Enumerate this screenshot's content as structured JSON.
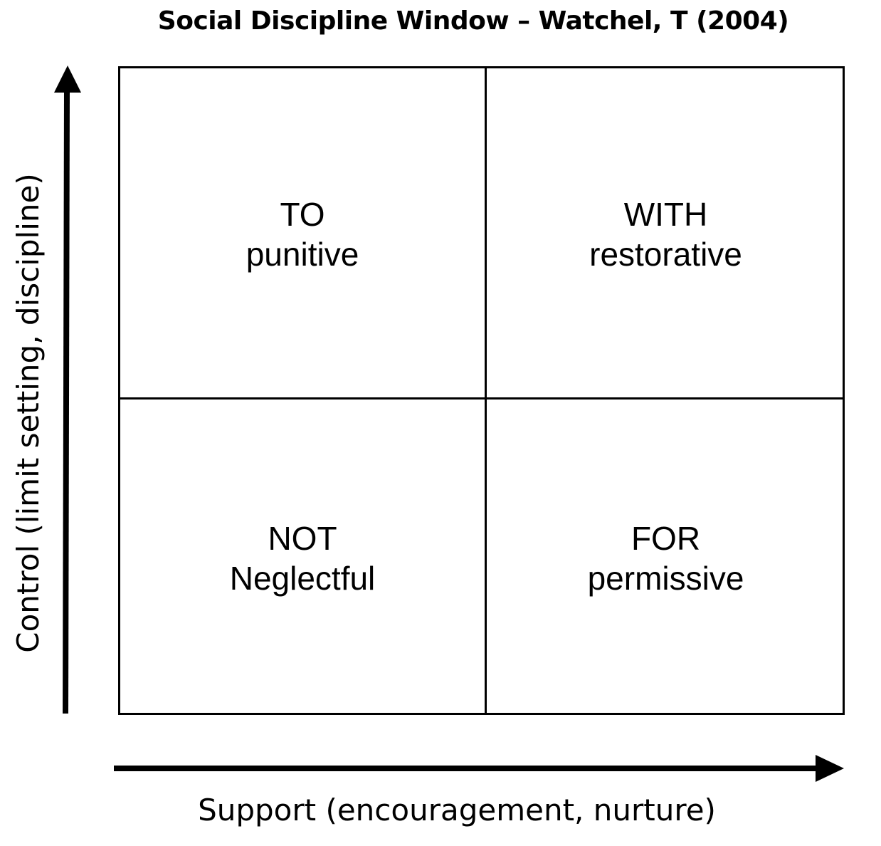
{
  "title": "Social Discipline Window – Watchel, T (2004)",
  "quadrants": {
    "top_left": {
      "heading": "TO",
      "subheading": "punitive"
    },
    "top_right": {
      "heading": "WITH",
      "subheading": "restorative"
    },
    "bottom_left": {
      "heading": "NOT",
      "subheading": "Neglectful"
    },
    "bottom_right": {
      "heading": "FOR",
      "subheading": "permissive"
    }
  },
  "axes": {
    "x_label": "Support (encouragement, nurture)",
    "y_label": "Control (limit setting, discipline)"
  },
  "colors": {
    "line": "#000000",
    "background": "#ffffff"
  }
}
